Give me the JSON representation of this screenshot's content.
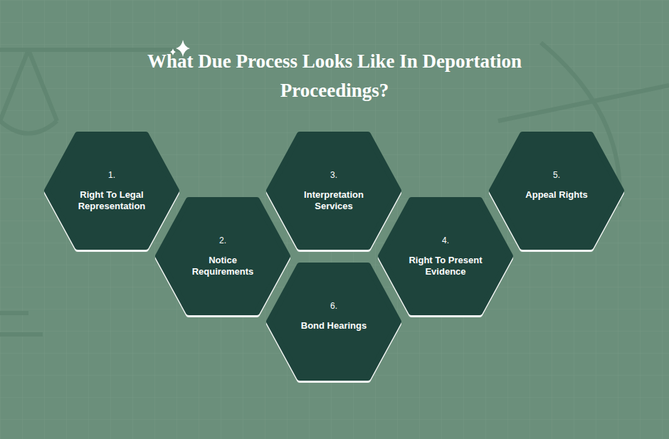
{
  "diagram": {
    "title": "What Due Process Looks Like In Deportation Proceedings?",
    "nodes": [
      {
        "text": [
          "1.",
          "Right To Legal Representation"
        ]
      },
      {
        "text": [
          "2.",
          "Notice Requirements"
        ]
      },
      {
        "text": [
          "3.",
          "Interpretation Services"
        ]
      },
      {
        "text": [
          "4.",
          "Right To Present Evidence"
        ]
      },
      {
        "text": [
          "5.",
          "Appeal Rights"
        ]
      },
      {
        "text": [
          "6.",
          "Bond Hearings"
        ]
      }
    ]
  }
}
